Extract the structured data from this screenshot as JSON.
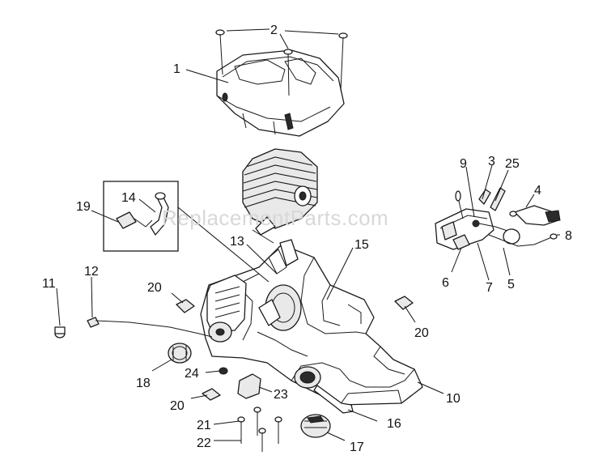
{
  "watermark": "ReplacementParts.com",
  "callouts": [
    {
      "id": "1",
      "text": "1"
    },
    {
      "id": "2",
      "text": "2"
    },
    {
      "id": "3",
      "text": "3"
    },
    {
      "id": "4",
      "text": "4"
    },
    {
      "id": "5",
      "text": "5"
    },
    {
      "id": "6",
      "text": "6"
    },
    {
      "id": "7",
      "text": "7"
    },
    {
      "id": "8",
      "text": "8"
    },
    {
      "id": "9",
      "text": "9"
    },
    {
      "id": "10",
      "text": "10"
    },
    {
      "id": "11",
      "text": "11"
    },
    {
      "id": "12",
      "text": "12"
    },
    {
      "id": "13",
      "text": "13"
    },
    {
      "id": "14",
      "text": "14"
    },
    {
      "id": "15",
      "text": "15"
    },
    {
      "id": "16",
      "text": "16"
    },
    {
      "id": "17",
      "text": "17"
    },
    {
      "id": "18",
      "text": "18"
    },
    {
      "id": "19",
      "text": "19"
    },
    {
      "id": "20a",
      "text": "20"
    },
    {
      "id": "20b",
      "text": "20"
    },
    {
      "id": "20c",
      "text": "20"
    },
    {
      "id": "21",
      "text": "21"
    },
    {
      "id": "22",
      "text": "22"
    },
    {
      "id": "23",
      "text": "23"
    },
    {
      "id": "24",
      "text": "24"
    },
    {
      "id": "25",
      "text": "25"
    }
  ]
}
